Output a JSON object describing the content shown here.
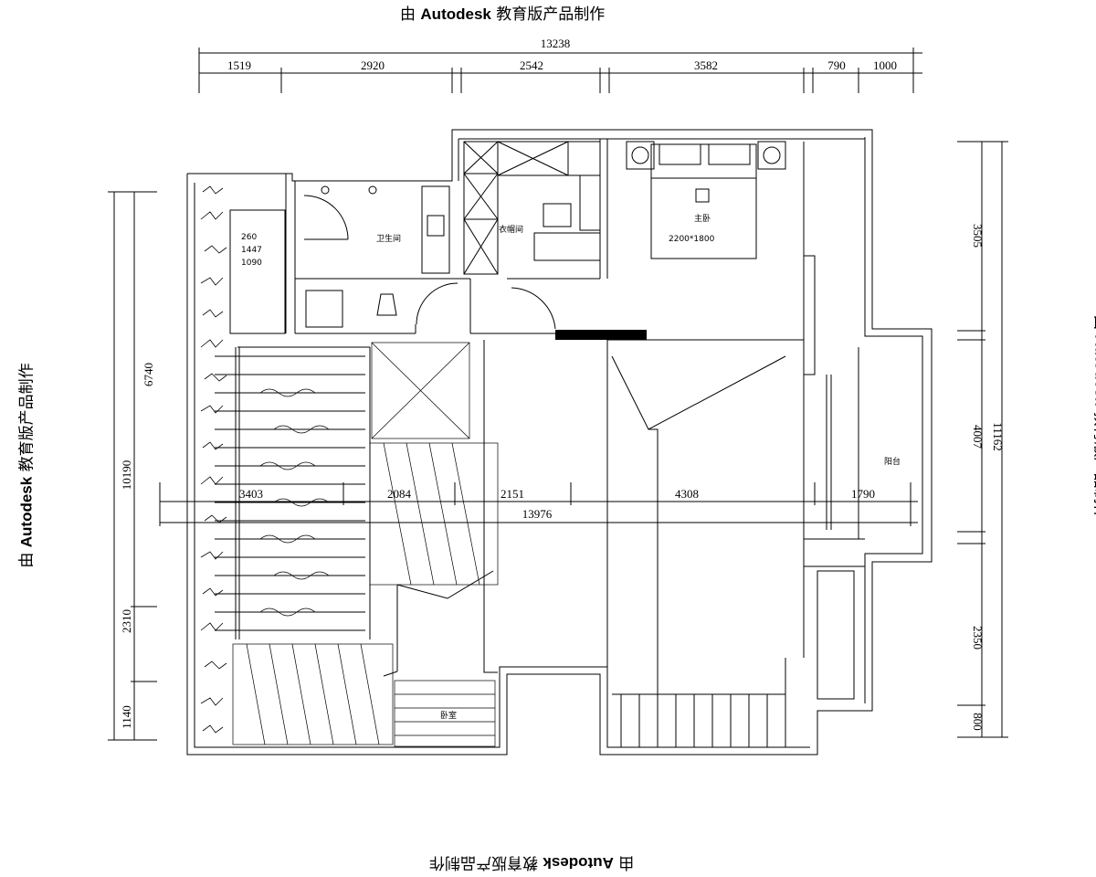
{
  "watermark": {
    "prefix": "由",
    "brand": "Autodesk",
    "suffix": "教育版产品制作"
  },
  "dimensions": {
    "top_segments": [
      "1519",
      "2920",
      "2542",
      "3582",
      "790",
      "1000"
    ],
    "top_total": "13238",
    "bottom_segments": [
      "3403",
      "2084",
      "2151",
      "4308",
      "1790"
    ],
    "bottom_total": "13976",
    "left_segments": [
      "6740",
      "2310",
      "1140"
    ],
    "left_total": "10190",
    "right_segments": [
      "3505",
      "4007",
      "2350",
      "800"
    ],
    "right_total": "11162"
  },
  "rooms": {
    "bathroom": "卫生间",
    "closet": "衣帽间",
    "master_bedroom": "主卧",
    "bed_size": "2200*1800",
    "balcony": "阳台",
    "small_room": "卧室"
  },
  "notes": {
    "line1": "260",
    "line2": "1447",
    "line3": "1090"
  },
  "colors": {
    "line": "#000000",
    "background": "#ffffff"
  }
}
